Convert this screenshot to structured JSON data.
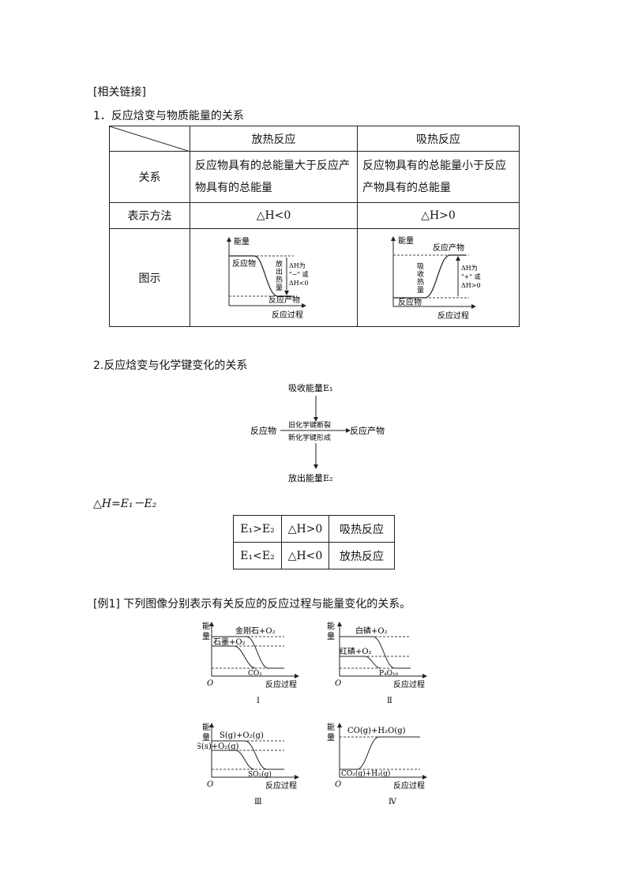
{
  "section_label": "[相关链接]",
  "item1_title": "1．反应焓变与物质能量的关系",
  "table1": {
    "col_exo": "放热反应",
    "col_endo": "吸热反应",
    "row_relation": "关系",
    "exo_relation": "反应物具有的总能量大于反应产物具有的总能量",
    "endo_relation": "反应物具有的总能量小于反应产物具有的总能量",
    "row_notation": "表示方法",
    "exo_notation": "△H<0",
    "endo_notation": "△H>0",
    "row_diagram": "图示",
    "exo_diagram": {
      "y_axis": "能量",
      "x_axis": "反应过程",
      "reactant": "反应物",
      "product": "反应产物",
      "heat": [
        "放",
        "出",
        "热",
        "量"
      ],
      "dh_lines": [
        "ΔH为",
        "\"−\" 或",
        "ΔH<0"
      ]
    },
    "endo_diagram": {
      "y_axis": "能量",
      "x_axis": "反应过程",
      "reactant": "反应物",
      "product": "反应产物",
      "heat": [
        "吸",
        "收",
        "热",
        "量"
      ],
      "dh_lines": [
        "ΔH为",
        "\"+\" 或",
        "ΔH>0"
      ]
    }
  },
  "item2_title": "2.反应焓变与化学键变化的关系",
  "bond_diagram": {
    "top": "吸收能量E₁",
    "left": "反应物",
    "right": "反应产物",
    "arrow_top_label": "旧化学键断裂",
    "arrow_bottom_label": "新化学键形成",
    "bottom": "放出能量E₂"
  },
  "formula": "△H=E₁－E₂",
  "table2": [
    [
      "E₁>E₂",
      "△H>0",
      "吸热反应"
    ],
    [
      "E₁<E₂",
      "△H<0",
      "放热反应"
    ]
  ],
  "example_title": "[例1]  下列图像分别表示有关反应的反应过程与能量变化的关系。",
  "graphs": [
    {
      "numeral": "Ⅰ",
      "y_axis": [
        "能",
        "量"
      ],
      "x_axis": "反应过程",
      "origin": "O",
      "top_label": "金刚石+O₂",
      "mid_label": "石墨+O₂",
      "bottom_label": "CO₂"
    },
    {
      "numeral": "Ⅱ",
      "y_axis": [
        "能",
        "量"
      ],
      "x_axis": "反应过程",
      "origin": "O",
      "top_label": "白磷+O₂",
      "mid_label": "红磷+O₂",
      "bottom_label": "P₄O₁₀"
    },
    {
      "numeral": "Ⅲ",
      "y_axis": [
        "能",
        "量"
      ],
      "x_axis": "反应过程",
      "origin": "O",
      "top_label": "S(g)+O₂(g)",
      "mid_label": "S(s)+O₂(g)",
      "bottom_label": "SO₂(g)"
    },
    {
      "numeral": "Ⅳ",
      "y_axis": [
        "能",
        "量"
      ],
      "x_axis": "反应过程",
      "origin": "O",
      "top_label": "CO(g)+H₂O(g)",
      "bottom_label": "CO₂(g)+H₂(g)"
    }
  ]
}
